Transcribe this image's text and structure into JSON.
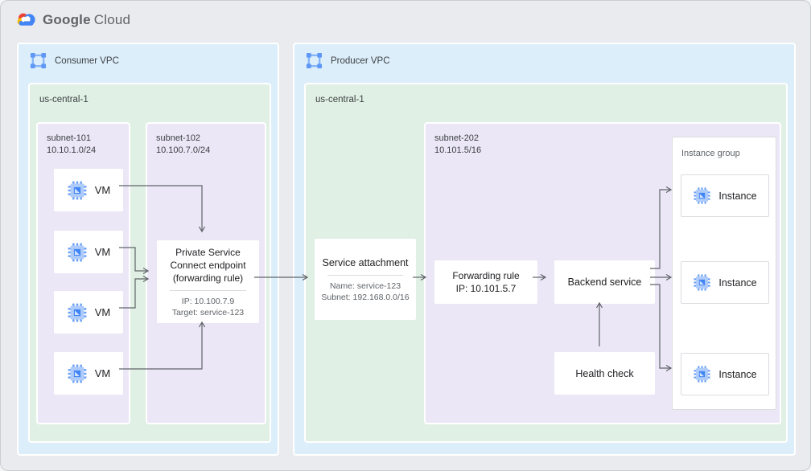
{
  "logo": {
    "google": "Google",
    "cloud": "Cloud"
  },
  "consumer_vpc": {
    "label": "Consumer VPC",
    "region": {
      "label": "us-central-1",
      "subnet_101": {
        "name": "subnet-101",
        "cidr": "10.10.1.0/24",
        "vms": [
          "VM",
          "VM",
          "VM",
          "VM"
        ]
      },
      "subnet_102": {
        "name": "subnet-102",
        "cidr": "10.100.7.0/24",
        "psc_endpoint": {
          "title": "Private Service Connect endpoint (forwarding rule)",
          "ip": "IP: 10.100.7.9",
          "target": "Target: service-123"
        }
      }
    }
  },
  "producer_vpc": {
    "label": "Producer VPC",
    "region": {
      "label": "us-central-1",
      "service_attachment": {
        "title": "Service attachment",
        "name": "Name: service-123",
        "subnet": "Subnet: 192.168.0.0/16"
      },
      "subnet_202": {
        "name": "subnet-202",
        "cidr": "10.101.5/16",
        "forwarding_rule": {
          "title": "Forwarding rule",
          "ip": "IP: 10.101.5.7"
        },
        "backend_service": {
          "label": "Backend service"
        },
        "health_check": {
          "label": "Health check"
        },
        "instance_group": {
          "label": "Instance group",
          "instances": [
            "Instance",
            "Instance",
            "Instance"
          ]
        }
      }
    }
  },
  "colors": {
    "canvas_bg": "#e9ebee",
    "vpc_fill": "#ddeefb",
    "region_fill": "#e0f0e4",
    "subnet_fill": "#ece7f7",
    "arrow": "#5f6368",
    "icon_blue": "#4285f4",
    "icon_blue_light": "#aecbfa",
    "logo_red": "#ea4335",
    "logo_yellow": "#fbbc04",
    "logo_blue": "#4285f4",
    "text_primary": "#202124",
    "text_secondary": "#5f6368"
  }
}
